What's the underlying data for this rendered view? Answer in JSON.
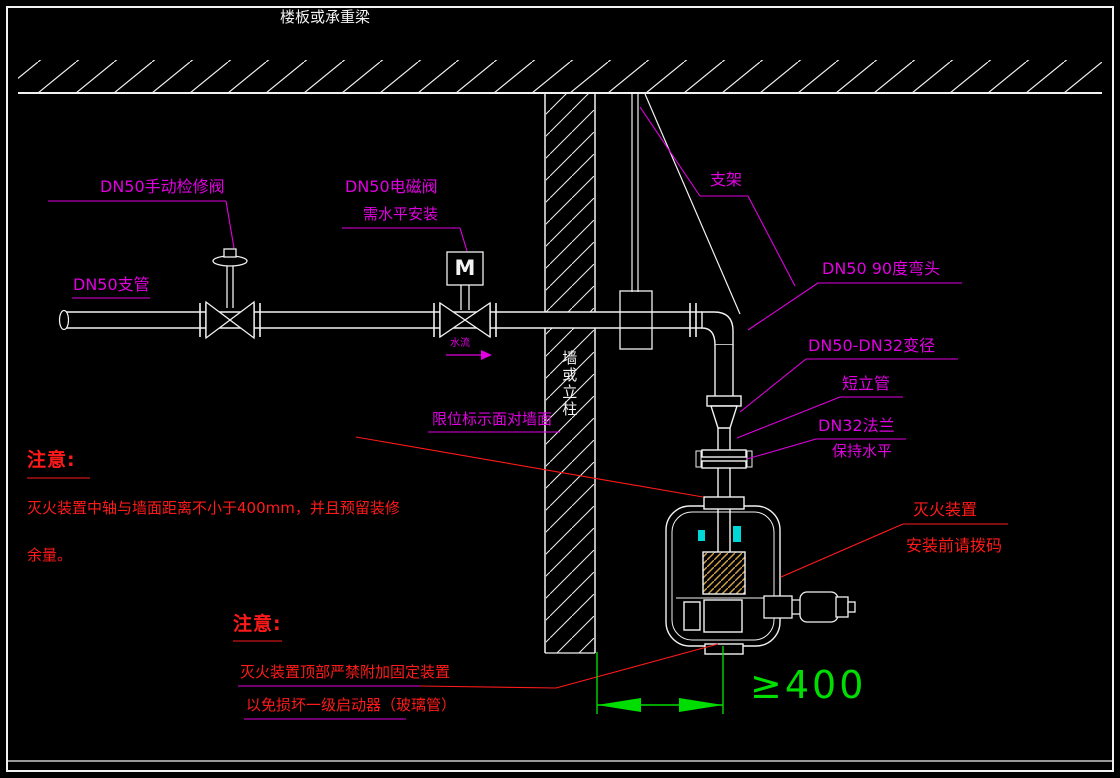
{
  "drawing": {
    "ceiling_label": "楼板或承重梁",
    "wall_label": "墙或立柱",
    "branch_pipe_label": "DN50支管",
    "manual_valve_label": "DN50手动检修阀",
    "solenoid_valve_label": "DN50电磁阀",
    "solenoid_valve_note": "需水平安装",
    "solenoid_marker": "M",
    "flow_label": "水流",
    "bracket_label": "支架",
    "elbow_label": "DN50  90度弯头",
    "reducer_label": "DN50-DN32变径",
    "short_pipe_label": "短立管",
    "flange_label": "DN32法兰",
    "flange_note": "保持水平",
    "limit_mark_label": "限位标示面对墙面",
    "device_label": "灭火装置",
    "device_note": "安装前请拨码",
    "dimension_value": "≥400"
  },
  "notes": {
    "left_title": "注意:",
    "left_text_line1": "灭火装置中轴与墙面距离不小于400mm，并且预留装修",
    "left_text_line2": "余量。",
    "bottom_title": "注意:",
    "bottom_text_line1": "灭火装置顶部严禁附加固定装置",
    "bottom_text_line2": "以免损坏一级启动器（玻璃管）"
  },
  "colors": {
    "background": "#000000",
    "line_white": "#f2f2f2",
    "label_magenta": "#e000e0",
    "note_red": "#ff1a1a",
    "dimension_green": "#00dd00",
    "detail_cyan": "#00d8d8",
    "hatch_tan": "#d2a24c"
  }
}
